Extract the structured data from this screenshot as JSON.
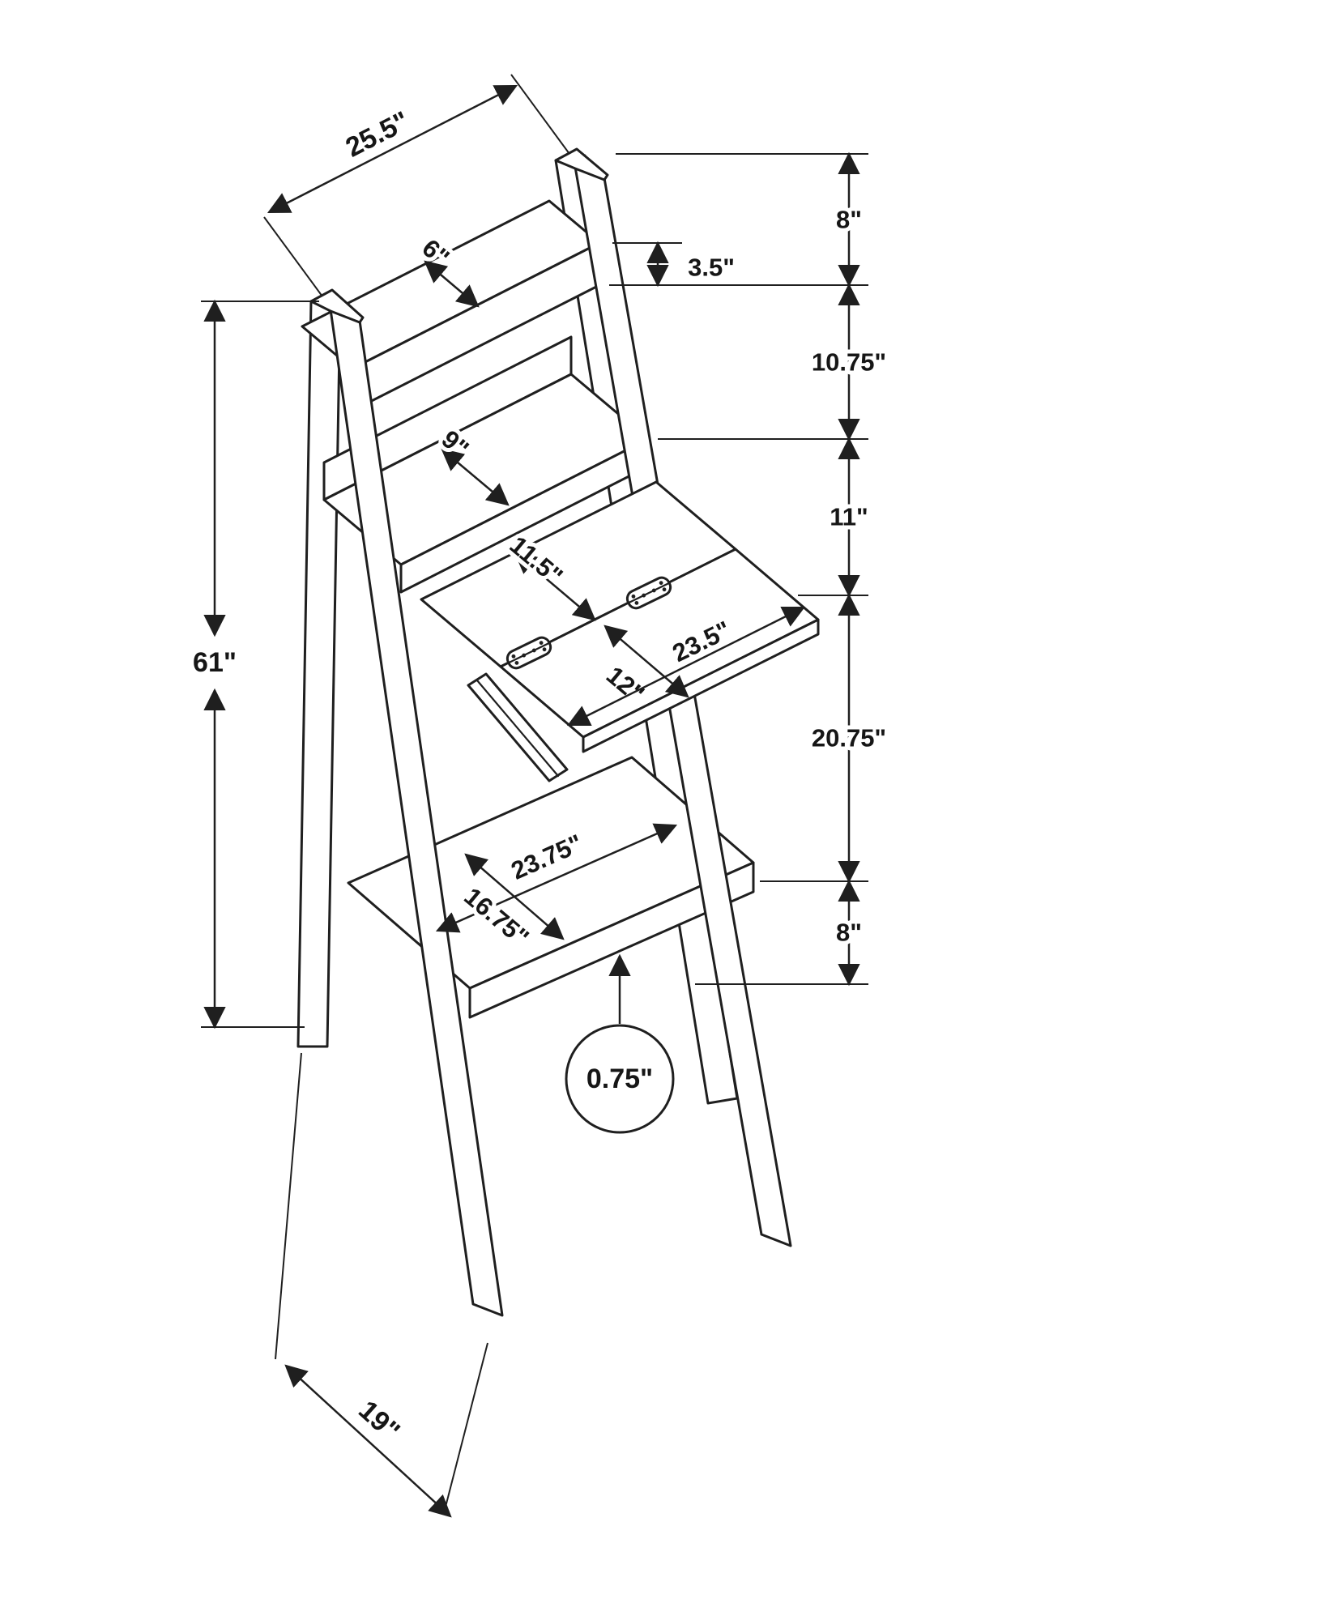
{
  "colors": {
    "line": "#1f1f1f",
    "background": "#ffffff"
  },
  "dimensions": {
    "overall_width": "25.5\"",
    "top_shelf_apron_height": "3.5\"",
    "top_gap": "8\"",
    "shelf1_depth": "6\"",
    "gap_shelf1_shelf2": "10.75\"",
    "shelf2_depth": "9\"",
    "gap_shelf2_desk": "11\"",
    "desk_back_panel_depth": "11.5\"",
    "desk_front_panel_depth": "12\"",
    "desk_width": "23.5\"",
    "gap_desk_bottom_shelf": "20.75\"",
    "bottom_shelf_width": "23.75\"",
    "bottom_shelf_depth": "16.75\"",
    "bottom_gap": "8\"",
    "total_height": "61\"",
    "base_depth": "19\"",
    "material_thickness": "0.75\""
  }
}
